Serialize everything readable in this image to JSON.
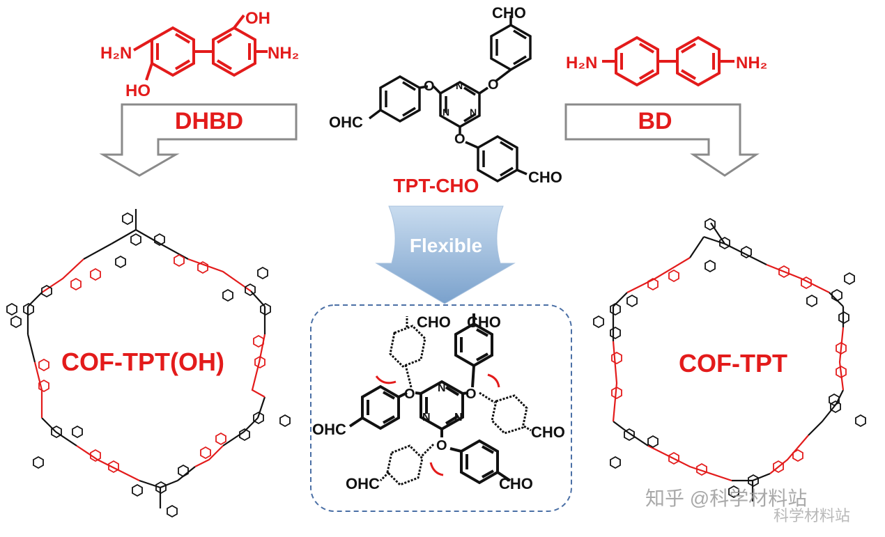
{
  "colors": {
    "red": "#e31b1b",
    "black": "#111111",
    "arrow_blue": "#8aaed4",
    "dash_border": "#4a6fa5",
    "watermark": "#9a9a9a"
  },
  "monomers": {
    "dhbd": {
      "label": "DHBD",
      "oh_top": "OH",
      "oh_bottom": "HO",
      "nh2_left": "H₂N",
      "nh2_right": "NH₂"
    },
    "bd": {
      "label": "BD",
      "nh2_left": "H₂N",
      "nh2_right": "NH₂"
    },
    "tpt_cho": {
      "label": "TPT-CHO",
      "cho_top": "CHO",
      "cho_left": "OHC",
      "cho_right": "CHO",
      "o1": "O",
      "o2": "O",
      "o3": "O",
      "n1": "N",
      "n2": "N",
      "n3": "N"
    }
  },
  "center_arrow": {
    "label": "Flexible"
  },
  "flexible_box": {
    "cho_tl": "CHO",
    "cho_tr": "CHO",
    "ohc_l": "OHC",
    "cho_r": "CHO",
    "ohc_bl": "OHC",
    "cho_br": "CHO",
    "o1": "O",
    "o2": "O",
    "o3": "O",
    "n1": "N",
    "n2": "N",
    "n3": "N"
  },
  "products": {
    "left": {
      "label": "COF-TPT(OH)"
    },
    "right": {
      "label": "COF-TPT"
    }
  },
  "watermark": {
    "line1": "知乎 @科学材料站",
    "line2": "科学材料站"
  }
}
